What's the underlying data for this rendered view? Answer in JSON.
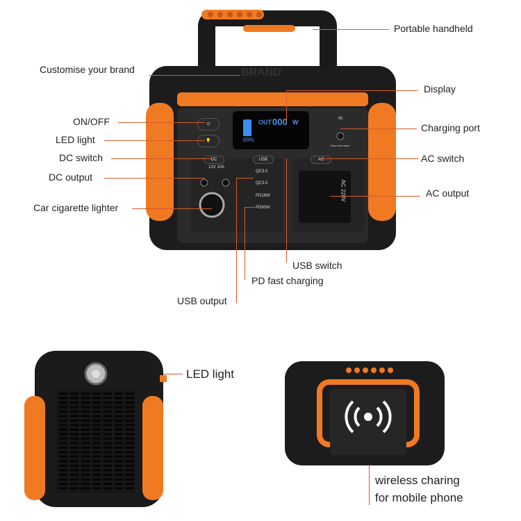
{
  "labels": {
    "portable_handheld": "Portable handheld",
    "brand": "Customise your brand",
    "display": "Display",
    "on_off": "ON/OFF",
    "led_light": "LED light",
    "charging_port": "Charging port",
    "dc_switch": "DC switch",
    "ac_switch": "AC switch",
    "dc_output": "DC output",
    "ac_output": "AC output",
    "car_lighter": "Car cigarette lighter",
    "usb_switch": "USB switch",
    "pd_fast": "PD fast charging",
    "usb_output": "USB output",
    "side_led": "LED light",
    "wireless_1": "wireless charing",
    "wireless_2": "for mobile phone"
  },
  "device": {
    "brand": "BRAND",
    "out": "OUT",
    "watts": "000",
    "unit": "W",
    "battery": "89%",
    "battery_level": 0.89,
    "in": "IN",
    "dc": "DC",
    "usb": "USB",
    "ac": "AC",
    "dc_spec": "12V 10A",
    "qc1": "QC3.0",
    "qc2": "QC3.0",
    "pd18": "PD18W",
    "pd60": "PD60W",
    "ac_spec": "AC 220V",
    "sine": "Pure sine wave"
  },
  "colors": {
    "accent": "#f07a22",
    "leader": "#d65a2c",
    "body": "#1c1c1c"
  }
}
